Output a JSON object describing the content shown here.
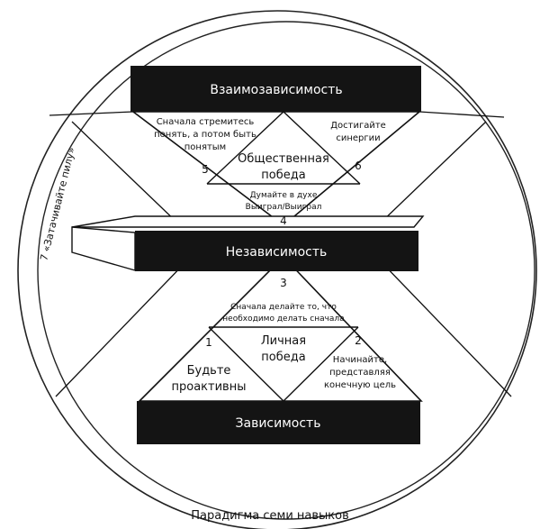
{
  "labels": {
    "interdependence": "Взаимозависимость",
    "independence": "Независимость",
    "dependence": "Зависимость",
    "public_victory": [
      "Общественная",
      "победа"
    ],
    "private_victory": [
      "Личная",
      "победа"
    ],
    "habit5": [
      "Сначала стремитесь",
      "понять, а потом быть",
      "понятым"
    ],
    "habit6": [
      "Достигайте",
      "синергии"
    ],
    "habit4": [
      "Думайте в духе",
      "Выиграл/Выиграл"
    ],
    "habit3": [
      "Сначала делайте то, что",
      "необходимо делать сначала"
    ],
    "habit1": [
      "Будьте",
      "проактивны"
    ],
    "habit2": [
      "Начинайте,",
      "представляя",
      "конечную цель"
    ],
    "num1": "1",
    "num2": "2",
    "num3": "3",
    "num4": "4",
    "num5": "5",
    "num6": "6",
    "habit7": "7 «Затачивайте пилу»"
  },
  "caption": "Парадигма семи навыков"
}
